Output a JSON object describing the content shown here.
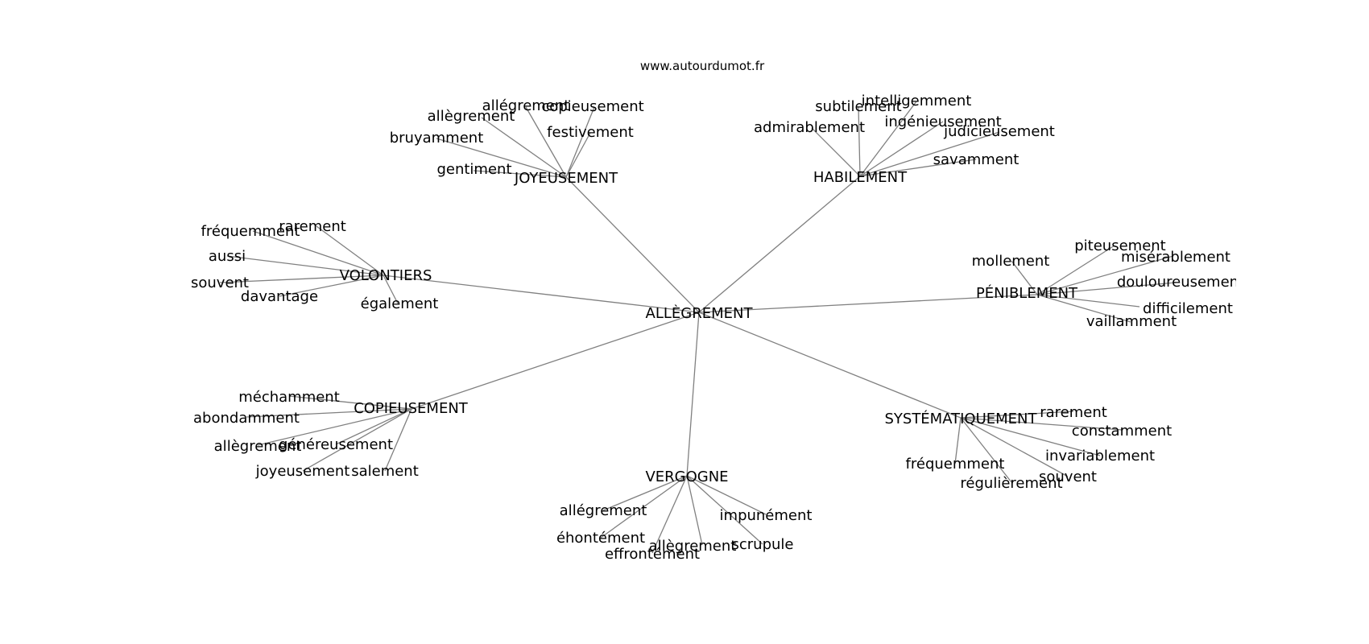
{
  "source": "www.autourdumot.fr",
  "colors": {
    "edge": "#808080",
    "text": "#000000",
    "background": "#ffffff"
  },
  "graph": {
    "center": "ALLÈGREMENT",
    "clusters": [
      {
        "hub": "JOYEUSEMENT",
        "leaves": [
          "allégrement",
          "copieusement",
          "allègrement",
          "festivement",
          "bruyamment",
          "gentiment"
        ]
      },
      {
        "hub": "HABILEMENT",
        "leaves": [
          "intelligemment",
          "subtilement",
          "ingénieusement",
          "admirablement",
          "judicieusement",
          "savamment"
        ]
      },
      {
        "hub": "VOLONTIERS",
        "leaves": [
          "rarement",
          "fréquemment",
          "aussi",
          "souvent",
          "davantage",
          "également"
        ]
      },
      {
        "hub": "PÉNIBLEMENT",
        "leaves": [
          "piteusement",
          "mollement",
          "misérablement",
          "douloureusement",
          "difficilement",
          "vaillamment"
        ]
      },
      {
        "hub": "COPIEUSEMENT",
        "leaves": [
          "méchamment",
          "abondamment",
          "allègrement",
          "généreusement",
          "joyeusement",
          "salement"
        ]
      },
      {
        "hub": "SYSTÉMATIQUEMENT",
        "leaves": [
          "rarement",
          "constamment",
          "invariablement",
          "fréquemment",
          "souvent",
          "régulièrement"
        ]
      },
      {
        "hub": "VERGOGNE",
        "leaves": [
          "allégrement",
          "impunément",
          "éhontément",
          "scrupule",
          "allègrement",
          "effrontément"
        ]
      }
    ]
  }
}
